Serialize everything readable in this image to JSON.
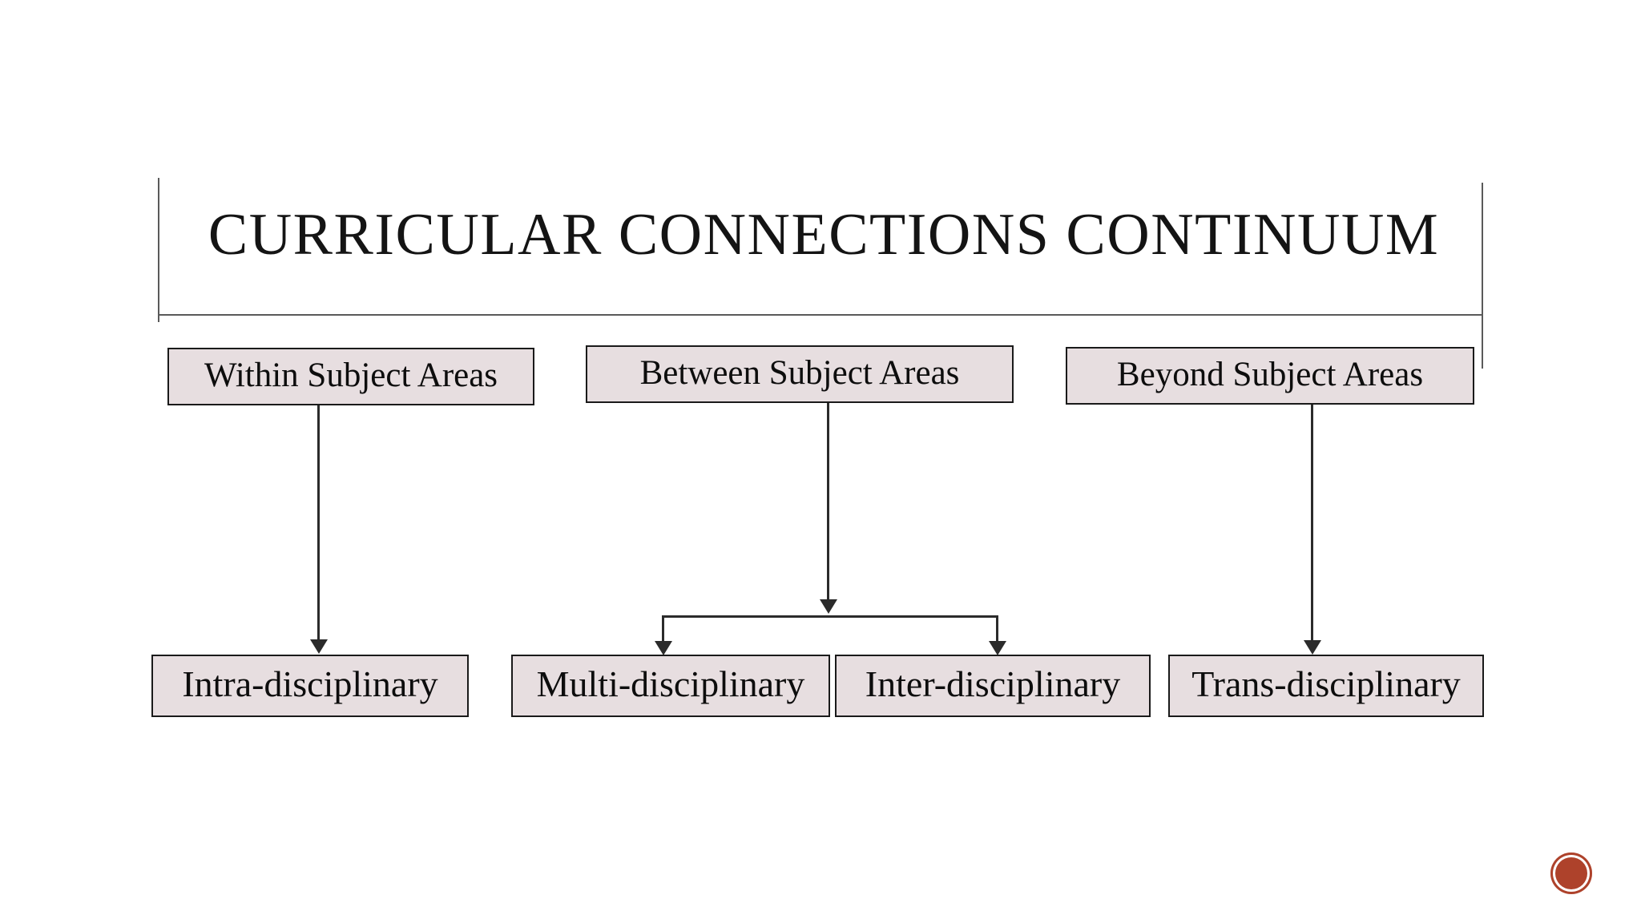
{
  "slide": {
    "title": "Curricular Connections Continuum",
    "background_color": "#ffffff",
    "rule_color": "#5a5a5a",
    "box_fill_color": "#e7dee0",
    "box_border_color": "#1a1a1a",
    "connector_color": "#2b2b2b",
    "badge_color": "#a8331a"
  },
  "diagram_data": {
    "type": "flowchart",
    "title": "Curricular Connections Continuum",
    "orientation": "top-to-bottom",
    "tiers": [
      {
        "name": "scope",
        "nodes": [
          {
            "id": "within",
            "label": "Within Subject Areas"
          },
          {
            "id": "between",
            "label": "Between Subject Areas"
          },
          {
            "id": "beyond",
            "label": "Beyond Subject Areas"
          }
        ]
      },
      {
        "name": "disciplinarity",
        "nodes": [
          {
            "id": "intra",
            "label": "Intra-disciplinary"
          },
          {
            "id": "multi",
            "label": "Multi-disciplinary"
          },
          {
            "id": "inter",
            "label": "Inter-disciplinary"
          },
          {
            "id": "trans",
            "label": "Trans-disciplinary"
          }
        ]
      }
    ],
    "edges": [
      {
        "from": "within",
        "to": "intra",
        "style": "straight-arrow"
      },
      {
        "from": "between",
        "to": "multi",
        "style": "split-arrow"
      },
      {
        "from": "between",
        "to": "inter",
        "style": "split-arrow"
      },
      {
        "from": "beyond",
        "to": "trans",
        "style": "straight-arrow"
      }
    ]
  },
  "tier1": {
    "within": "Within Subject Areas",
    "between": "Between Subject Areas",
    "beyond": "Beyond Subject Areas"
  },
  "tier2": {
    "intra": "Intra-disciplinary",
    "multi": "Multi-disciplinary",
    "inter": "Inter-disciplinary",
    "trans": "Trans-disciplinary"
  }
}
